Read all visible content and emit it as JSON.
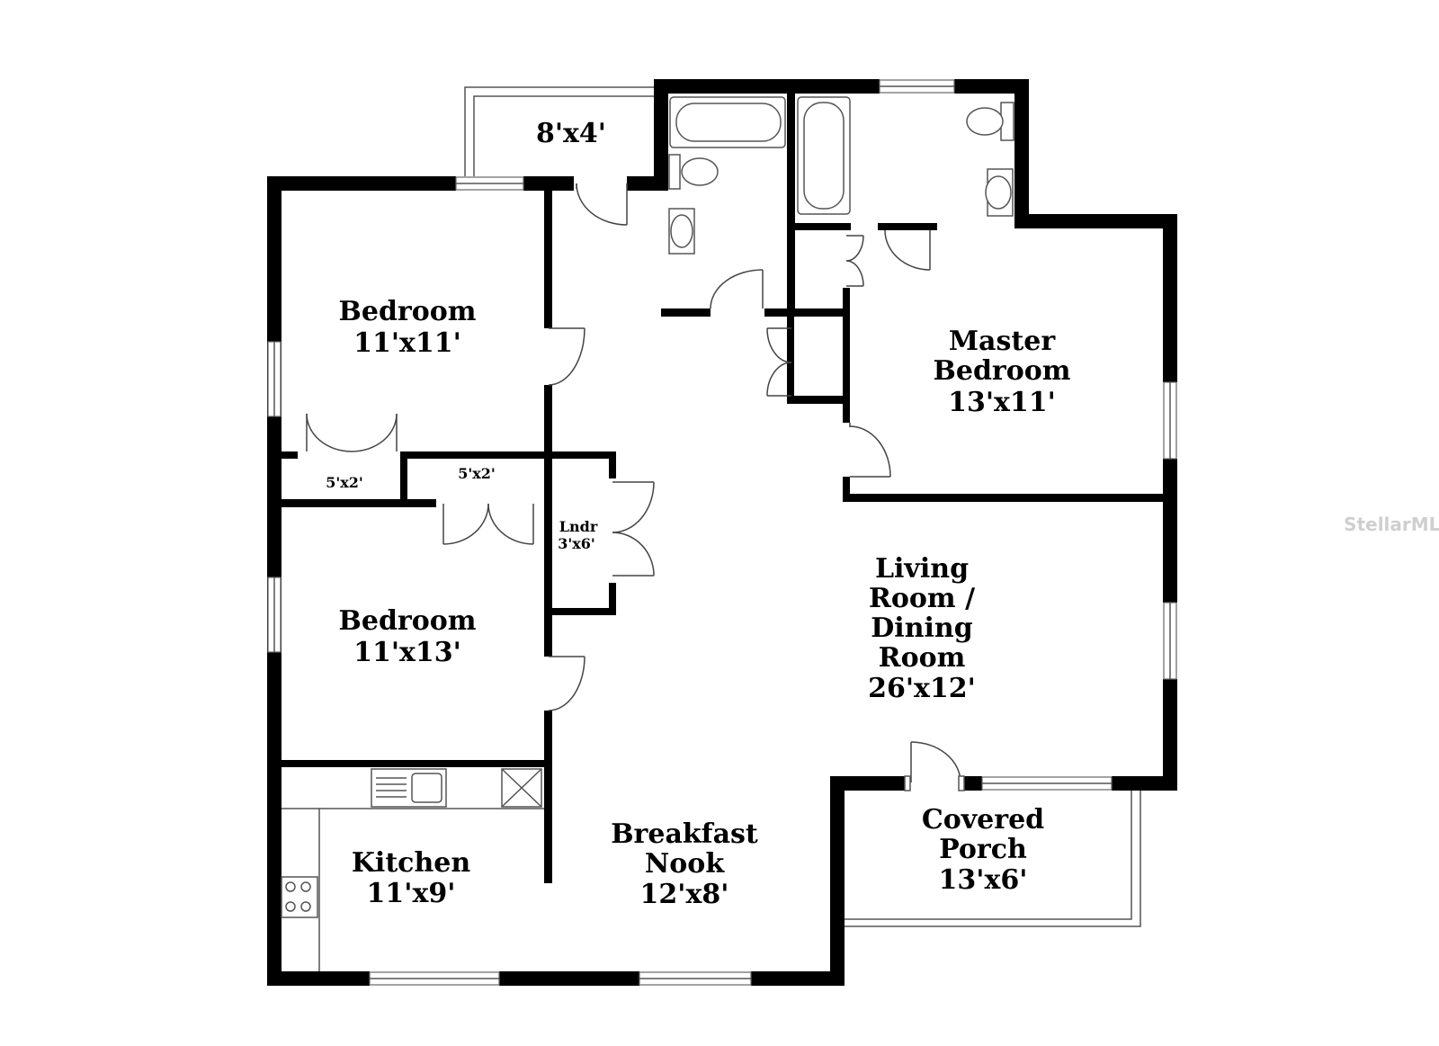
{
  "rooms": {
    "bedroom_1": {
      "name": "Bedroom",
      "size": "11'x11'"
    },
    "bedroom_2": {
      "name": "Bedroom",
      "size": "11'x13'"
    },
    "master": {
      "name_1": "Master",
      "name_2": "Bedroom",
      "size": "13'x11'"
    },
    "living": {
      "name_1": "Living",
      "name_2": "Room /",
      "name_3": "Dining",
      "name_4": "Room",
      "size": "26'x12'"
    },
    "kitchen": {
      "name": "Kitchen",
      "size": "11'x9'"
    },
    "nook": {
      "name_1": "Breakfast",
      "name_2": "Nook",
      "size": "12'x8'"
    },
    "porch": {
      "name_1": "Covered",
      "name_2": "Porch",
      "size": "13'x6'"
    },
    "deck": {
      "size": "8'x4'"
    },
    "closet_1": {
      "size": "5'x2'"
    },
    "closet_2": {
      "size": "5'x2'"
    },
    "laundry": {
      "name": "Lndr",
      "size": "3'x6'"
    }
  },
  "watermark": "StellarMLS"
}
